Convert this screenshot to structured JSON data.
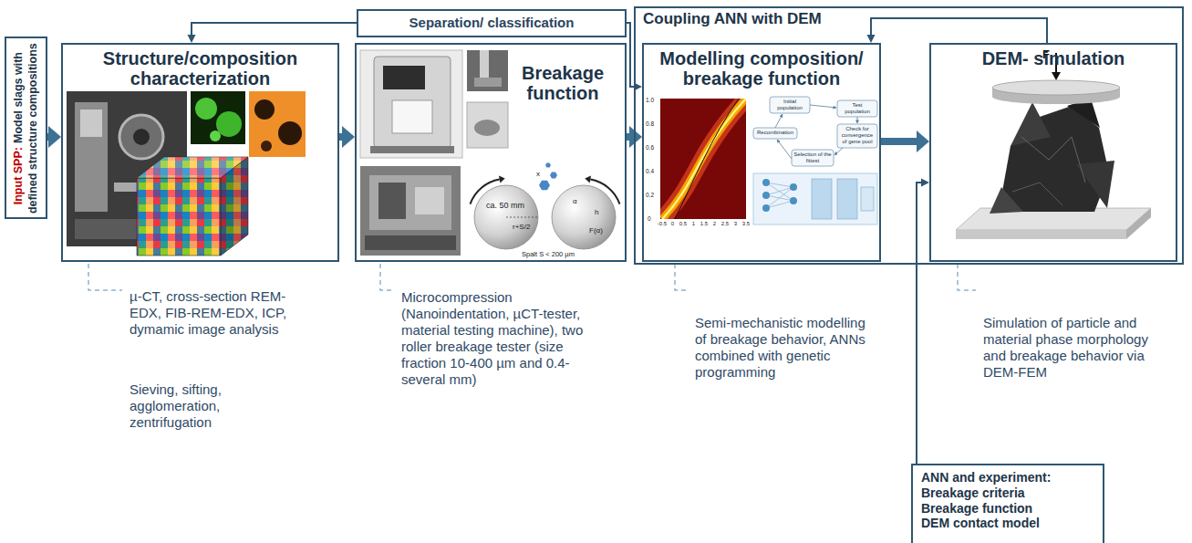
{
  "diagram": {
    "nodes": [
      {
        "text": [
          "Input SPP:",
          "Model slags with defined structure compositions"
        ]
      },
      {
        "text": [
          "Structure/composition characterization"
        ]
      },
      {
        "text": [
          "Separation/ classification"
        ]
      },
      {
        "text": [
          "Breakage function"
        ]
      },
      {
        "text": [
          "Coupling ANN with DEM"
        ]
      },
      {
        "text": [
          "Modelling composition/ breakage function"
        ],
        "in": 4
      },
      {
        "text": [
          "DEM- simulation"
        ],
        "in": 4
      },
      {
        "text": [
          "ANN and experiment:",
          "Breakage criteria",
          "Breakage function",
          "DEM contact model"
        ]
      }
    ],
    "edges": [
      {
        "from": 0,
        "to": 1,
        "arrow": "to"
      },
      {
        "from": 1,
        "to": 3,
        "arrow": "to"
      },
      {
        "from": 3,
        "to": 5,
        "arrow": "to"
      },
      {
        "from": 5,
        "to": 6,
        "arrow": "to"
      },
      {
        "from": 2,
        "to": 1,
        "arrow": "to"
      },
      {
        "from": 2,
        "to": 5,
        "arrow": "to"
      },
      {
        "from": 6,
        "to": 5,
        "arrow": "to"
      },
      {
        "from": 7,
        "to": 6,
        "arrow": "to"
      }
    ],
    "labels": [
      "µ-CT, cross-section REM-EDX, FIB-REM-EDX, ICP, dymamic image analysis",
      "Sieving, sifting, agglomeration, zentrifugation",
      "Microcompression (Nanoindentation, µCT-tester, material testing machine), two roller breakage tester (size fraction 10-400 µm and 0.4-several mm)",
      "Semi-mechanistic modelling of breakage behavior, ANNs combined with genetic programming",
      "Simulation of particle and material phase morphology and breakage behavior via DEM-FEM",
      "ca. 50 mm",
      "r+S/2",
      "Spalt S < 200 µm",
      "F(α)",
      "α",
      "h",
      "x",
      "1.0",
      "0.8",
      "0.6",
      "0.4",
      "0.2",
      "0",
      "-0.5",
      "0",
      "0.5",
      "1",
      "1.5",
      "2",
      "2.5",
      "3",
      "3.5",
      "Initial population",
      "Test population",
      "Recombination",
      "Selection of the fittest",
      "Check for convergence of gene pool",
      "F"
    ]
  }
}
